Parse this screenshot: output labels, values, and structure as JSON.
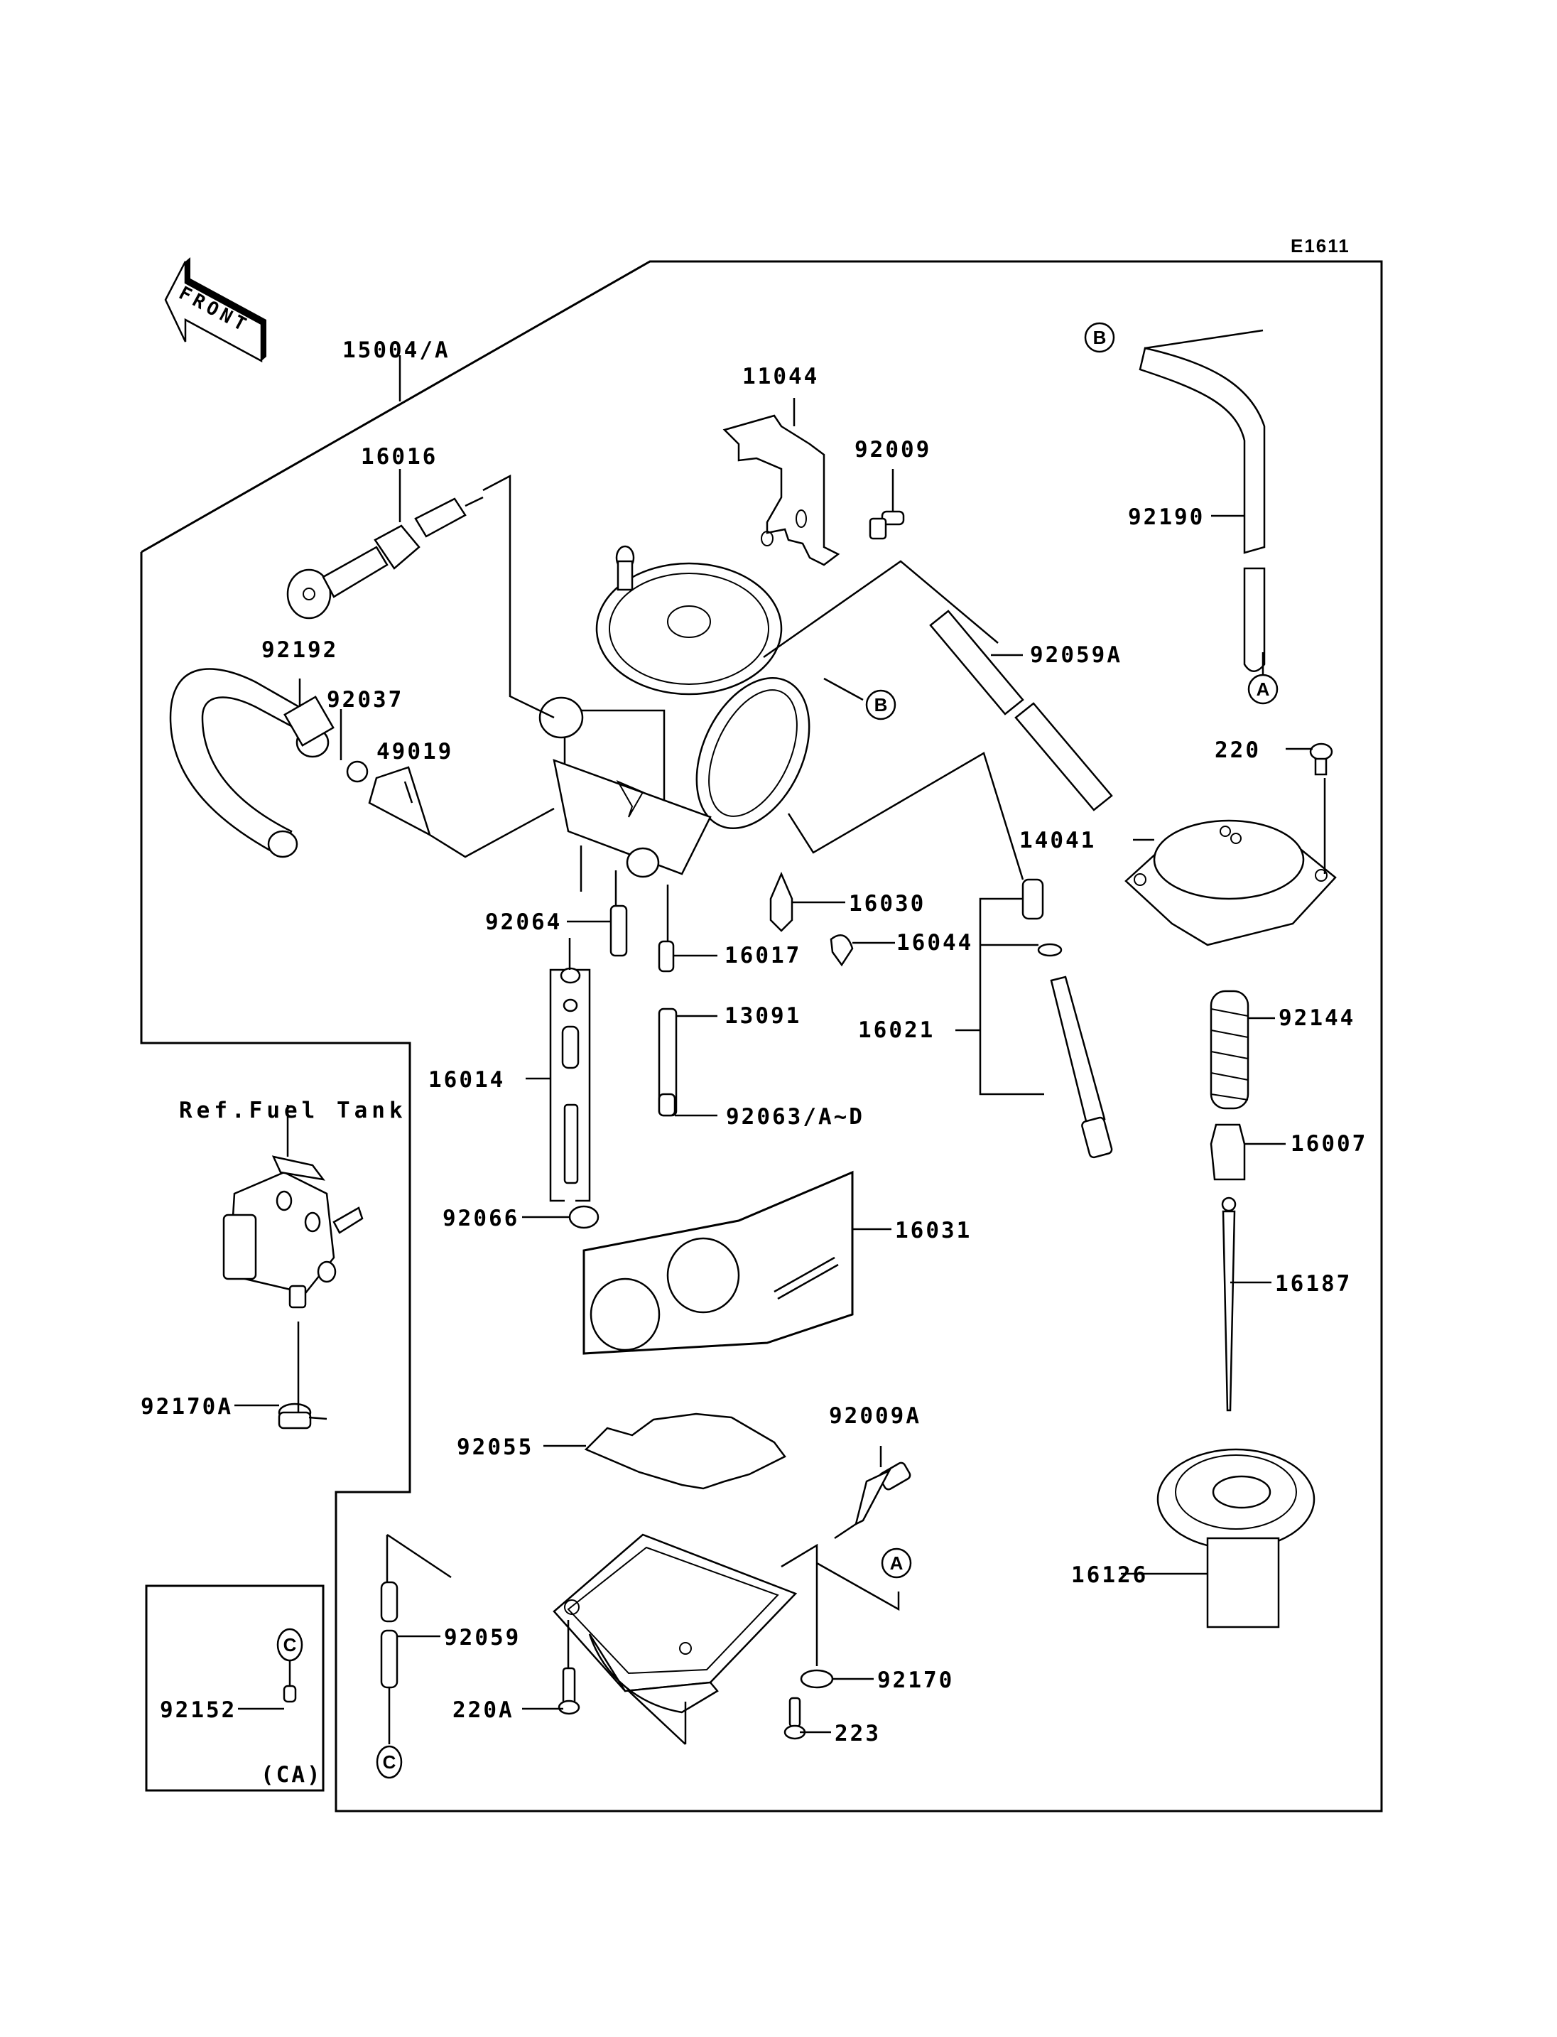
{
  "diagram_code": "E1611",
  "direction_indicator": "FRONT",
  "reference_note": "Ref.Fuel Tank",
  "region_note": "(CA)",
  "callouts": [
    {
      "id": "15004/A"
    },
    {
      "id": "16016"
    },
    {
      "id": "11044"
    },
    {
      "id": "92009"
    },
    {
      "id": "92190"
    },
    {
      "id": "92192"
    },
    {
      "id": "92037"
    },
    {
      "id": "49019"
    },
    {
      "id": "92059A"
    },
    {
      "id": "220"
    },
    {
      "id": "14041"
    },
    {
      "id": "92064"
    },
    {
      "id": "16030"
    },
    {
      "id": "16017"
    },
    {
      "id": "16044"
    },
    {
      "id": "13091"
    },
    {
      "id": "16021"
    },
    {
      "id": "92144"
    },
    {
      "id": "16014"
    },
    {
      "id": "92063/A~D"
    },
    {
      "id": "16007"
    },
    {
      "id": "92066"
    },
    {
      "id": "16031"
    },
    {
      "id": "16187"
    },
    {
      "id": "92170A"
    },
    {
      "id": "92055"
    },
    {
      "id": "92009A"
    },
    {
      "id": "16126"
    },
    {
      "id": "92059"
    },
    {
      "id": "92170"
    },
    {
      "id": "92152"
    },
    {
      "id": "220A"
    },
    {
      "id": "223"
    }
  ],
  "connectors": [
    {
      "letter": "B"
    },
    {
      "letter": "A"
    },
    {
      "letter": "B"
    },
    {
      "letter": "A"
    },
    {
      "letter": "C"
    },
    {
      "letter": "C"
    }
  ]
}
